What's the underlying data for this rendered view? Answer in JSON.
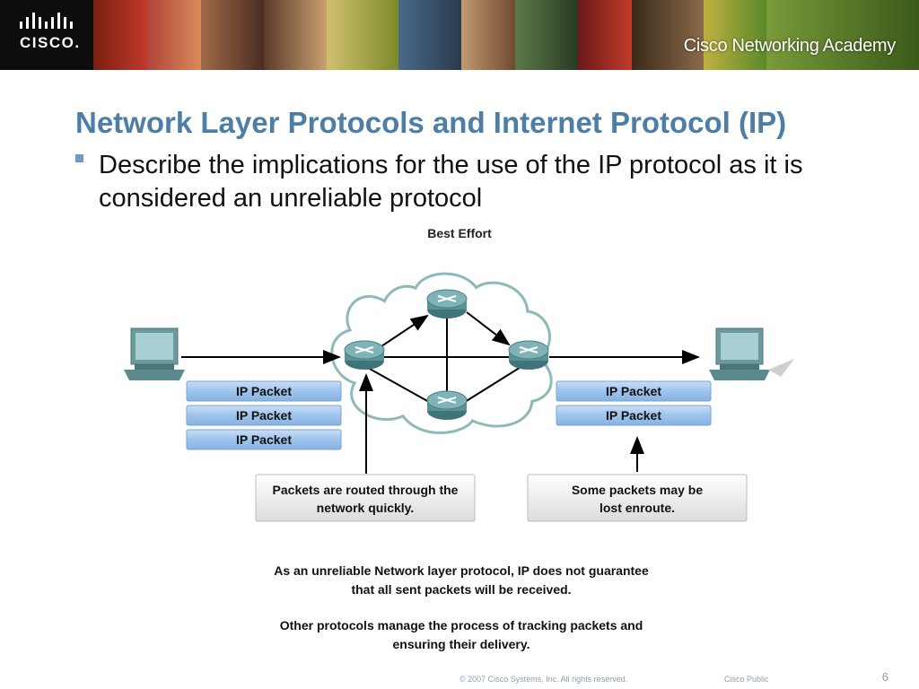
{
  "header": {
    "logo_text": "CISCO.",
    "academy_text": "Cisco Networking Academy"
  },
  "slide": {
    "title": "Network Layer Protocols and Internet Protocol (IP)",
    "bullet": "Describe the implications for the use of the IP protocol as it is considered an unreliable protocol"
  },
  "figure": {
    "title": "Best Effort",
    "left_packets": [
      "IP Packet",
      "IP Packet",
      "IP Packet"
    ],
    "right_packets": [
      "IP Packet",
      "IP Packet"
    ],
    "callout_left": [
      "Packets are routed through the",
      "network quickly."
    ],
    "callout_right": [
      "Some packets may be",
      "lost enroute."
    ],
    "caption1": [
      "As an unreliable Network layer protocol, IP does not guarantee",
      "that all sent packets will be received."
    ],
    "caption2": [
      "Other protocols manage the process of tracking packets and",
      "ensuring their delivery."
    ]
  },
  "footer": {
    "copyright": "© 2007 Cisco Systems, Inc. All rights reserved.",
    "classification": "Cisco Public",
    "page": "6"
  },
  "colors": {
    "title": "#4d7ea8",
    "packet_fill": "#9ec4ec",
    "cloud_stroke": "#8fb9b9",
    "router": "#5b9297"
  },
  "icons": [
    "cisco-logo-icon",
    "computer-icon",
    "router-icon",
    "cloud-icon",
    "arrow-icon",
    "bullet-square-icon"
  ]
}
